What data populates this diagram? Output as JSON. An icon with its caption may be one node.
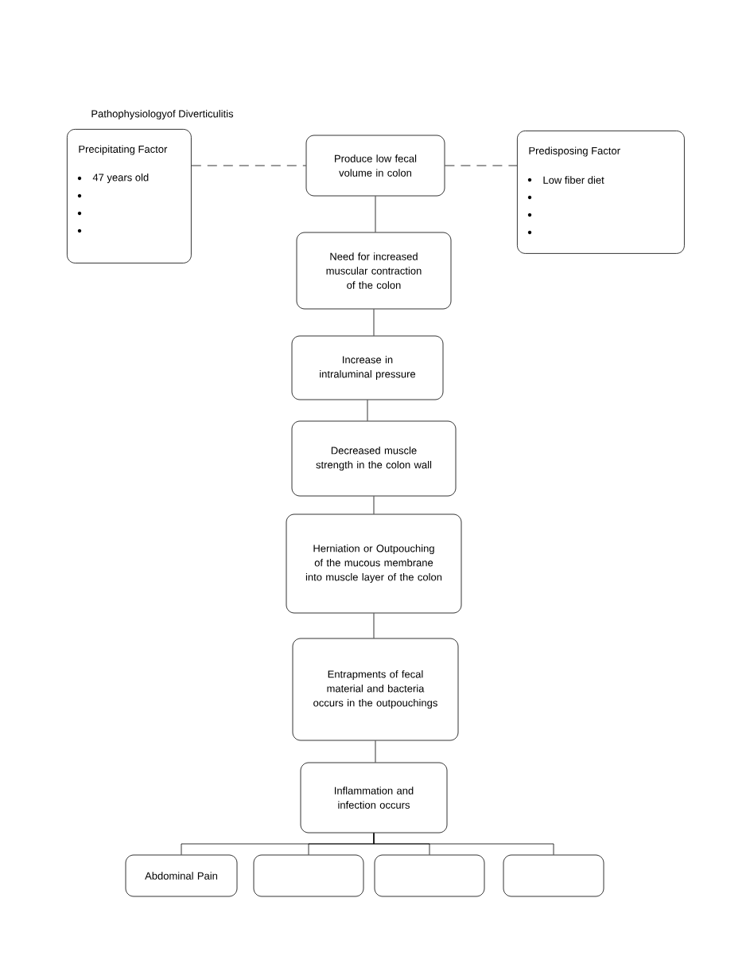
{
  "diagram": {
    "title": "Pathophysiologyof Diverticulitis",
    "nodes": [
      {
        "text": [
          "Precipitating Factor",
          "47 years old"
        ]
      },
      {
        "text": [
          "Produce low fecal volume in colon"
        ]
      },
      {
        "text": [
          "Predisposing Factor",
          "Low fiber diet"
        ]
      },
      {
        "text": [
          "Need for increased muscular contraction of the colon"
        ]
      },
      {
        "text": [
          "Increase in intraluminal pressure"
        ]
      },
      {
        "text": [
          "Decreased muscle strength in the colon wall"
        ]
      },
      {
        "text": [
          "Herniation or Outpouching of the mucous membrane into muscle layer of the colon"
        ]
      },
      {
        "text": [
          "Entrapments of fecal material and bacteria occurs in the outpouchings"
        ]
      },
      {
        "text": [
          "Inflammation and infection occurs"
        ]
      },
      {
        "text": [
          "Abdominal Pain"
        ]
      },
      {
        "text": [],
        "shape": "box"
      },
      {
        "text": [],
        "shape": "box"
      },
      {
        "text": [],
        "shape": "box"
      }
    ],
    "edges": [
      {
        "from": 0,
        "to": 1,
        "arrow": "none",
        "style": "dashed"
      },
      {
        "from": 1,
        "to": 2,
        "arrow": "none",
        "style": "dashed"
      },
      {
        "from": 1,
        "to": 3,
        "arrow": "none"
      },
      {
        "from": 3,
        "to": 4,
        "arrow": "none"
      },
      {
        "from": 4,
        "to": 5,
        "arrow": "none"
      },
      {
        "from": 5,
        "to": 6,
        "arrow": "none"
      },
      {
        "from": 6,
        "to": 7,
        "arrow": "none"
      },
      {
        "from": 7,
        "to": 8,
        "arrow": "none"
      },
      {
        "from": 8,
        "to": 9,
        "arrow": "none"
      },
      {
        "from": 8,
        "to": 10,
        "arrow": "none"
      },
      {
        "from": 8,
        "to": 11,
        "arrow": "none"
      },
      {
        "from": 8,
        "to": 12,
        "arrow": "none"
      }
    ]
  }
}
